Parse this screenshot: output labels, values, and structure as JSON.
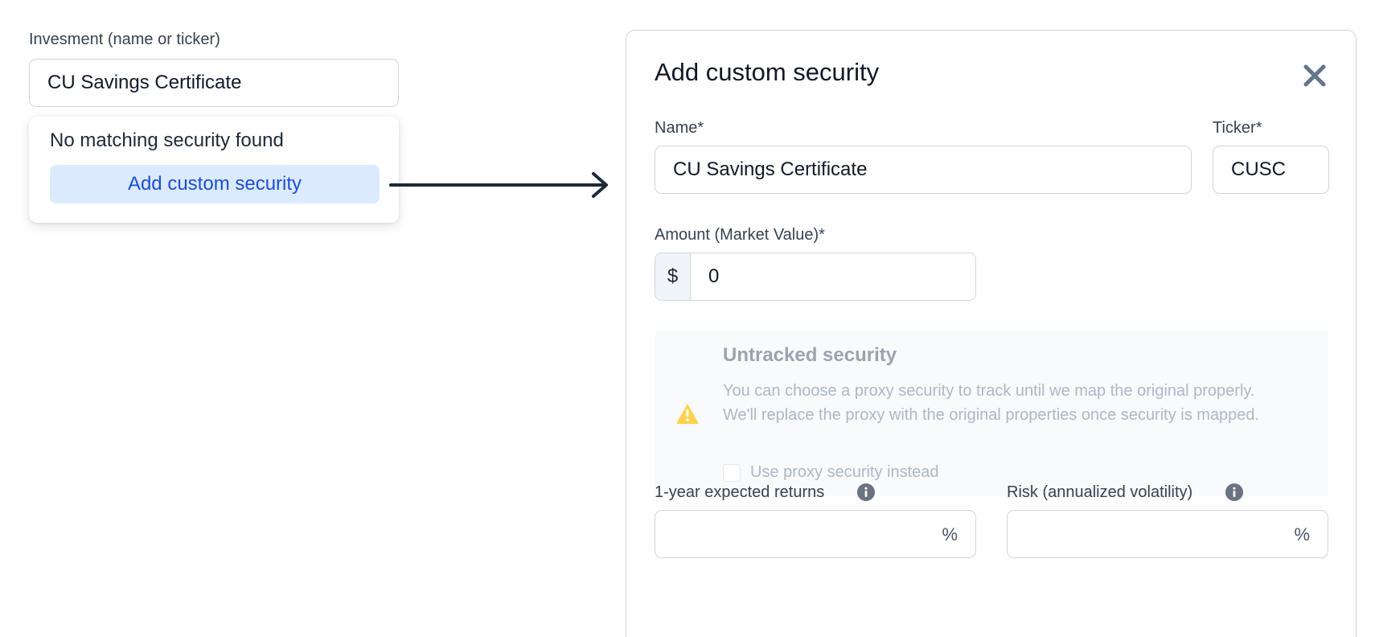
{
  "search": {
    "label": "Invesment (name or ticker)",
    "value": "CU Savings Certificate",
    "dropdown": {
      "empty_text": "No matching security found",
      "add_label": "Add custom security"
    }
  },
  "modal": {
    "title": "Add custom security",
    "name": {
      "label": "Name*",
      "value": "CU Savings Certificate"
    },
    "ticker": {
      "label": "Ticker*",
      "value": "CUSC"
    },
    "amount": {
      "label": "Amount (Market Value)*",
      "prefix": "$",
      "value": "0"
    },
    "notice": {
      "title": "Untracked security",
      "body": "You can choose a proxy security to track until we map the original properly. We'll replace the proxy with the original properties once security is mapped.",
      "checkbox_label": "Use proxy security instead",
      "checked": false
    },
    "returns": {
      "label": "1-year expected returns",
      "suffix": "%",
      "value": ""
    },
    "risk": {
      "label": "Risk (annualized volatility)",
      "suffix": "%",
      "value": ""
    }
  },
  "colors": {
    "accent": "#1d4ed8",
    "accent_bg": "#dbeafe",
    "warning": "#fcd34d",
    "info_icon": "#6b7280"
  },
  "icons": {
    "close": "close-icon",
    "warning": "warning-icon",
    "info": "info-icon",
    "arrow": "arrow-right-icon"
  }
}
